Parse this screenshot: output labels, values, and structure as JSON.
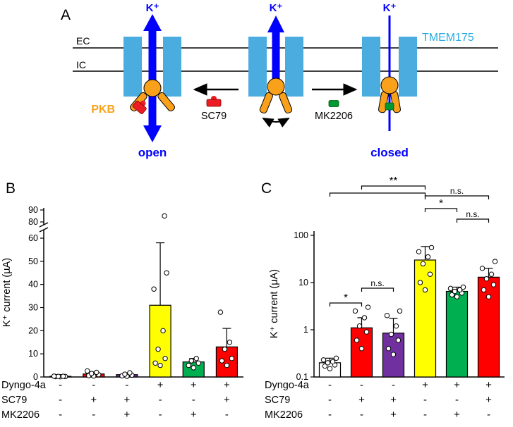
{
  "panel_labels": {
    "a": "A",
    "b": "B",
    "c": "C"
  },
  "panel_a": {
    "labels": {
      "k_left": "K⁺",
      "k_mid": "K⁺",
      "k_right": "K⁺",
      "ec": "EC",
      "ic": "IC",
      "tmem175": "TMEM175",
      "pkb": "PKB",
      "sc79_arrow": "SC79",
      "mk2206_arrow": "MK2206",
      "open": "open",
      "closed": "closed"
    },
    "colors": {
      "channel_blue": "#4BACDF",
      "k_arrow_blue": "#0000FE",
      "state_label_blue": "#0000FE",
      "tmem175_blue": "#29ABE2",
      "pkb_orange": "#F9A11B",
      "sc79_red": "#EC1C24",
      "mk2206_green": "#009933"
    }
  },
  "conditions": {
    "row_labels": [
      "Dyngo-4a",
      "SC79",
      "MK2206"
    ],
    "matrix": [
      [
        "-",
        "-",
        "-",
        "+",
        "+",
        "+"
      ],
      [
        "-",
        "+",
        "+",
        "-",
        "-",
        "+"
      ],
      [
        "-",
        "-",
        "+",
        "-",
        "+",
        "-"
      ]
    ]
  },
  "chart_data": [
    {
      "panel": "B",
      "type": "bar",
      "title": "",
      "xlabel": "",
      "ylabel": "K⁺ current (µA)",
      "yaxis": {
        "scale": "linear-broken",
        "ticks": [
          0,
          10,
          20,
          30,
          40,
          50,
          60,
          80,
          90
        ],
        "break_between": [
          60,
          80
        ],
        "ylim": [
          0,
          90
        ]
      },
      "bars": [
        {
          "value": 0.3,
          "error": 0.2,
          "color": "#17375E",
          "points": [
            0.1,
            0.15,
            0.2,
            0.25,
            0.3,
            0.35
          ]
        },
        {
          "value": 1.3,
          "error": 0.9,
          "color": "#FF0000",
          "points": [
            0.4,
            0.6,
            1.0,
            1.5,
            2.0,
            2.6
          ]
        },
        {
          "value": 1.0,
          "error": 0.8,
          "color": "#7030A0",
          "points": [
            0.3,
            0.5,
            0.8,
            1.2,
            1.8
          ]
        },
        {
          "value": 31,
          "error": 27,
          "color": "#FFFF00",
          "points": [
            5,
            6,
            8,
            12,
            20,
            38,
            45,
            85
          ]
        },
        {
          "value": 6.5,
          "error": 1.5,
          "color": "#00B050",
          "points": [
            4,
            5,
            6,
            7,
            8
          ]
        },
        {
          "value": 13,
          "error": 8,
          "color": "#FF0000",
          "points": [
            5,
            7,
            8,
            12,
            15,
            28
          ]
        }
      ]
    },
    {
      "panel": "C",
      "type": "bar",
      "title": "",
      "xlabel": "",
      "ylabel": "K⁺ current (µA)",
      "yaxis": {
        "scale": "log",
        "ticks": [
          0.1,
          1,
          10,
          100
        ],
        "ylim": [
          0.1,
          100
        ]
      },
      "bars": [
        {
          "value": 0.2,
          "error": 0.05,
          "color": "#FFFFFF",
          "points": [
            0.15,
            0.17,
            0.18,
            0.2,
            0.21,
            0.23,
            0.25
          ]
        },
        {
          "value": 1.1,
          "error": 0.7,
          "color": "#FF0000",
          "points": [
            0.4,
            0.6,
            0.9,
            1.2,
            1.8,
            2.5,
            3.0
          ]
        },
        {
          "value": 0.85,
          "error": 0.9,
          "color": "#7030A0",
          "points": [
            0.3,
            0.4,
            0.6,
            0.8,
            1.2,
            2.0,
            2.5
          ]
        },
        {
          "value": 30,
          "error": 28,
          "color": "#FFFF00",
          "points": [
            7,
            10,
            15,
            25,
            35,
            45,
            55
          ]
        },
        {
          "value": 6.5,
          "error": 1.5,
          "color": "#00B050",
          "points": [
            5,
            5.5,
            6,
            6.5,
            7,
            7.5,
            8
          ]
        },
        {
          "value": 13,
          "error": 7,
          "color": "#FF0000",
          "points": [
            5,
            7,
            9,
            12,
            15,
            20,
            28
          ]
        }
      ],
      "significance": [
        {
          "from": 1,
          "to": 3,
          "label": "**",
          "tier": "top1"
        },
        {
          "from": 0,
          "to": 3,
          "label": "",
          "tier": "top1b"
        },
        {
          "from": 3,
          "to": 5,
          "label": "n.s.",
          "tier": "top2"
        },
        {
          "from": 3,
          "to": 4,
          "label": "*",
          "tier": "top3"
        },
        {
          "from": 4,
          "to": 5,
          "label": "n.s.",
          "tier": "top4"
        },
        {
          "from": 0,
          "to": 1,
          "label": "*",
          "tier": "low1"
        },
        {
          "from": 1,
          "to": 2,
          "label": "n.s.",
          "tier": "low2"
        }
      ]
    }
  ]
}
